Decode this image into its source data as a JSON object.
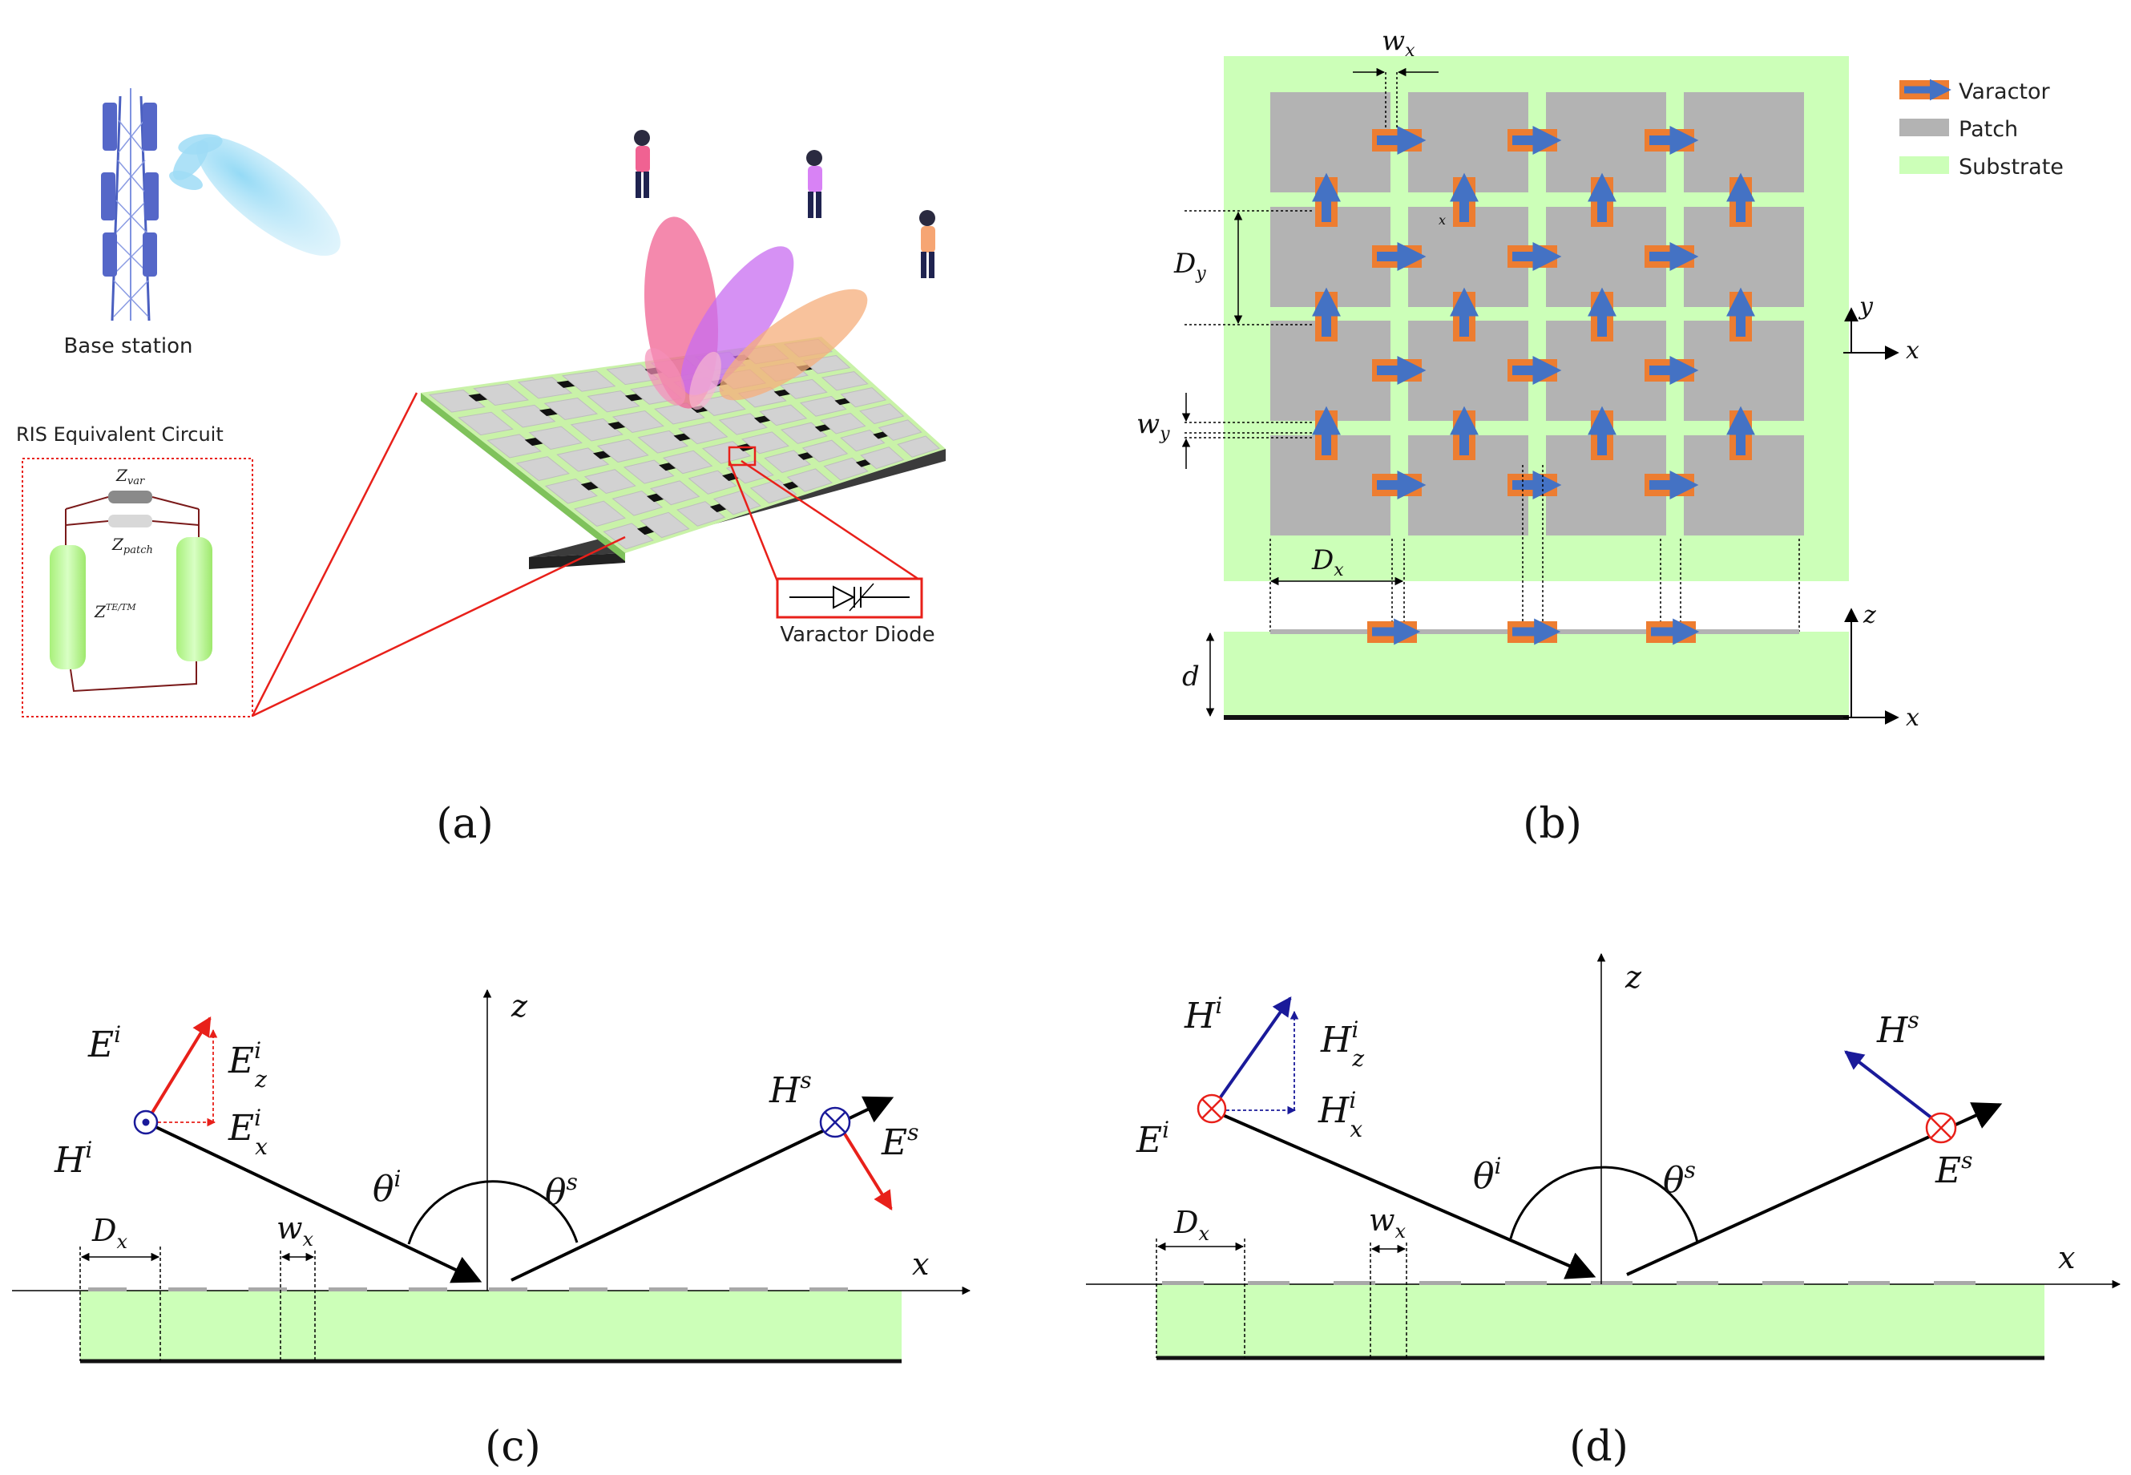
{
  "colors": {
    "substrate": "#ccffb8",
    "patch": "#b3b3b3",
    "varactor_fill": "#4472c4",
    "varactor_border": "#ed7d31",
    "beam_pink": "#f06292",
    "beam_violet": "#c86cf0",
    "beam_orange": "#f6ad7b",
    "beam_blue": "#8fd8f5",
    "tower": "#4a5fc0",
    "red": "#e8201a",
    "navy": "#1a1a9a",
    "ground": "#111111"
  },
  "panel_a": {
    "caption": "(a)",
    "base_station_label": "Base station",
    "circuit_title": "RIS Equivalent Circuit",
    "z_var": {
      "base": "Z",
      "sub": "var"
    },
    "z_patch": {
      "base": "Z",
      "sub": "patch"
    },
    "z_tetm": {
      "base": "Z",
      "sup": "TE/TM"
    },
    "varactor_diode_label": "Varactor Diode"
  },
  "panel_b": {
    "caption": "(b)",
    "legend": [
      {
        "label": "Varactor",
        "swatch": "varactor"
      },
      {
        "label": "Patch",
        "swatch": "patch"
      },
      {
        "label": "Substrate",
        "swatch": "substrate"
      }
    ],
    "dim_wx": {
      "base": "w",
      "sub": "x"
    },
    "dim_Dy": {
      "base": "D",
      "sub": "y"
    },
    "dim_wy": {
      "base": "w",
      "sub": "y"
    },
    "dim_Dx": {
      "base": "D",
      "sub": "x"
    },
    "dim_d": "d",
    "stray_x": "x",
    "axes_top": {
      "y": "y",
      "x": "x"
    },
    "axes_bottom": {
      "z": "z",
      "x": "x"
    }
  },
  "panel_c": {
    "caption": "(c)",
    "z_label": "z",
    "x_label": "x",
    "Ei": {
      "base": "E",
      "sup": "i"
    },
    "Eiz": {
      "base": "E",
      "sup": "i",
      "sub": "z"
    },
    "Eix": {
      "base": "E",
      "sup": "i",
      "sub": "x"
    },
    "Hi": {
      "base": "H",
      "sup": "i"
    },
    "Hs": {
      "base": "H",
      "sup": "s"
    },
    "Es": {
      "base": "E",
      "sup": "s"
    },
    "theta_i": {
      "base": "θ",
      "sup": "i"
    },
    "theta_s": {
      "base": "θ",
      "sup": "s"
    },
    "Dx": {
      "base": "D",
      "sub": "x"
    },
    "wx": {
      "base": "w",
      "sub": "x"
    }
  },
  "panel_d": {
    "caption": "(d)",
    "z_label": "z",
    "x_label": "x",
    "Hi": {
      "base": "H",
      "sup": "i"
    },
    "Hiz": {
      "base": "H",
      "sup": "i",
      "sub": "z"
    },
    "Hix": {
      "base": "H",
      "sup": "i",
      "sub": "x"
    },
    "Ei": {
      "base": "E",
      "sup": "i"
    },
    "Hs": {
      "base": "H",
      "sup": "s"
    },
    "Es": {
      "base": "E",
      "sup": "s"
    },
    "theta_i": {
      "base": "θ",
      "sup": "i"
    },
    "theta_s": {
      "base": "θ",
      "sup": "s"
    },
    "Dx": {
      "base": "D",
      "sub": "x"
    },
    "wx": {
      "base": "w",
      "sub": "x"
    }
  }
}
